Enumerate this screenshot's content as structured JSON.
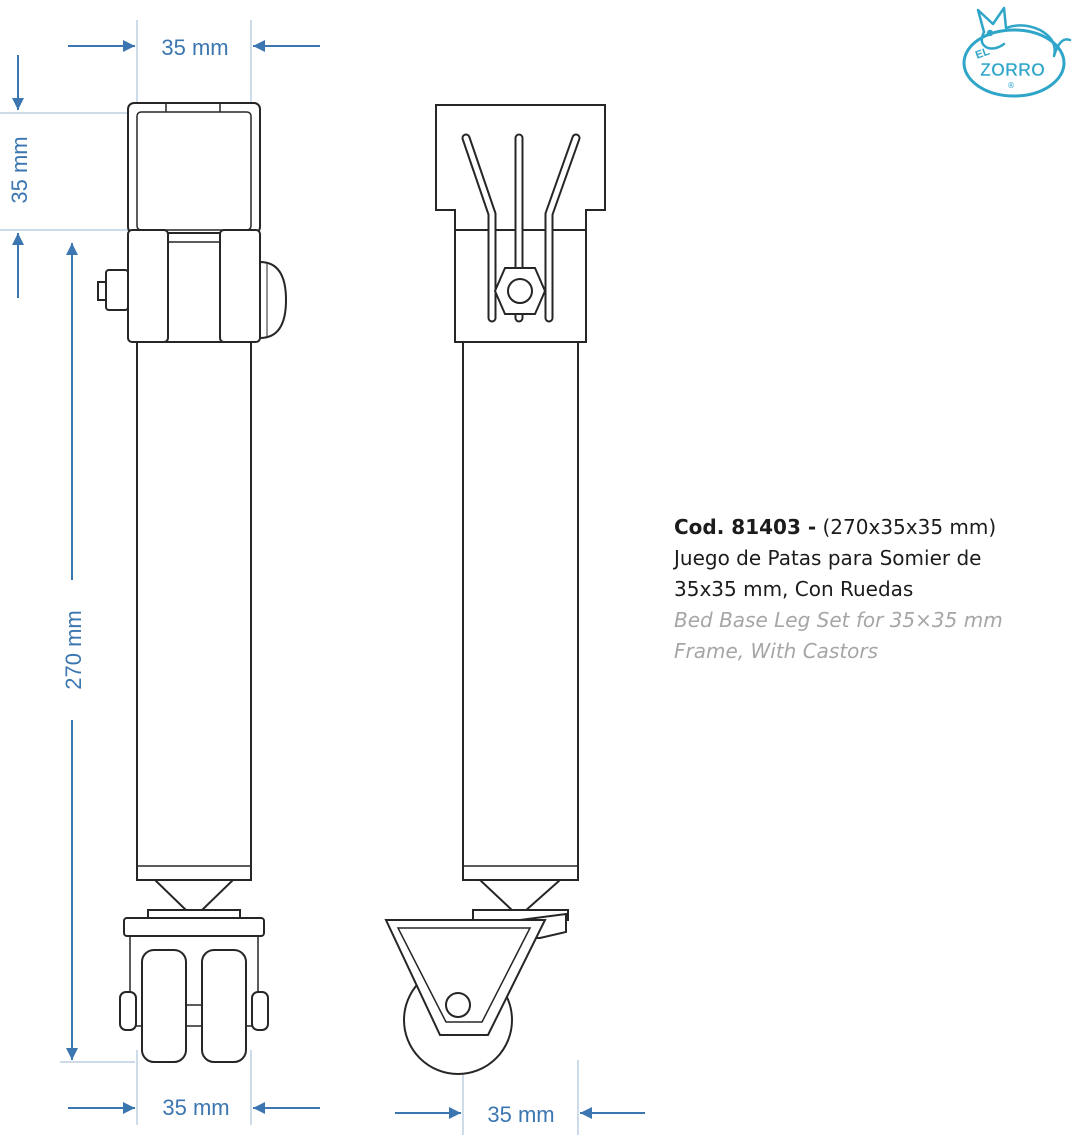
{
  "colors": {
    "dimension": "#3b76b0",
    "outline": "#262626",
    "extension_line": "#9cb9d6",
    "brand": "#2fa6c9",
    "text_en": "#a6a6a6"
  },
  "logo": {
    "text_el": "EL",
    "text_brand": "ZORRO",
    "registered": "®"
  },
  "dimensions": {
    "top_width": "35 mm",
    "top_height": "35 mm",
    "length": "270 mm",
    "bottom_width_left": "35 mm",
    "bottom_width_right": "35 mm"
  },
  "description": {
    "code": "Cod. 81403 -",
    "size": "(270x35x35 mm)",
    "es_line1": "Juego de Patas para Somier de",
    "es_line2": "35x35 mm, Con Ruedas",
    "en_line1": "Bed Base Leg Set for 35×35 mm",
    "en_line2": "Frame, With Castors"
  }
}
